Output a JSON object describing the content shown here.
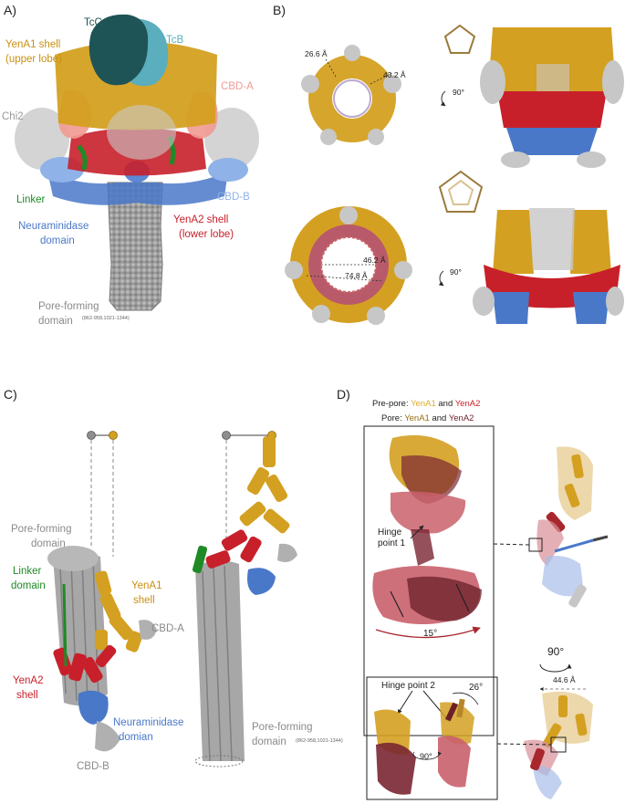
{
  "panel_labels": {
    "a": "A)",
    "b": "B)",
    "c": "C)",
    "d": "D)"
  },
  "colors": {
    "yena1": "#d4a021",
    "yena2": "#c8202a",
    "tcc": "#1f5456",
    "tcb": "#5aaebd",
    "cbd_a": "#f19b93",
    "cbd_b": "#8fb2e8",
    "linker": "#1f8a26",
    "neuraminidase": "#4a78c9",
    "pore": "#8e8e8e",
    "chi2": "#b5b5b5",
    "yena2_pore": "#6a1f28"
  },
  "panel_a": {
    "tcc": "TcC",
    "tcb": "TcB",
    "yena1_l1": "YenA1 shell",
    "yena1_l2": "(upper lobe)",
    "cbd_a": "CBD-A",
    "chi2": "Chi2",
    "linker": "Linker",
    "cbd_b": "CBD-B",
    "neur_l1": "Neuraminidase",
    "neur_l2": "domain",
    "yena2_l1": "YenA2 shell",
    "yena2_l2": "(lower lobe)",
    "pore_l1": "Pore-forming",
    "pore_l2": "domain",
    "pore_sub": "(862-958,1021-1344)"
  },
  "panel_b": {
    "d1": "26.6 Å",
    "d2": "43.2 Å",
    "rot1": "90°",
    "d3": "46.2 Å",
    "d4": "74.8 Å",
    "rot2": "90°"
  },
  "panel_c": {
    "pore_l1": "Pore-forming",
    "pore_l2": "domain",
    "linker_l1": "Linker",
    "linker_l2": "domain",
    "yena1_l1": "YenA1",
    "yena1_l2": "shell",
    "cbd_a": "CBD-A",
    "yena2_l1": "YenA2",
    "yena2_l2": "shell",
    "neur_l1": "Neuraminidase",
    "neur_l2": "domian",
    "cbd_b": "CBD-B",
    "pore2_l1": "Pore-forming",
    "pore2_l2": "domain",
    "pore2_sub": "(862-958,1021-1344)"
  },
  "panel_d": {
    "prepore_prefix": "Pre-pore: ",
    "prepore_yena1": "YenA1",
    "and1": " and ",
    "prepore_yena2": "YenA2",
    "pore_prefix": "Pore: ",
    "pore_yena1": "YenA1",
    "and2": " and ",
    "pore_yena2": "YenA2",
    "hinge1_l1": "Hinge",
    "hinge1_l2": "point 1",
    "angle1": "15°",
    "rot": "90°",
    "dist": "44.6 Å",
    "hinge2": "Hinge point 2",
    "angle2": "26°",
    "rot_small": "90°"
  }
}
